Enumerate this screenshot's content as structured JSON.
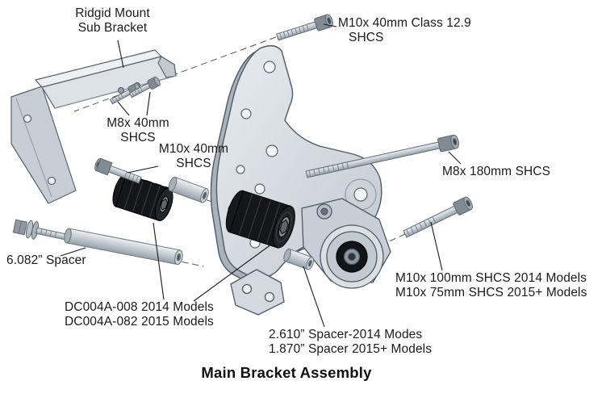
{
  "title": "Main Bracket Assembly",
  "colors": {
    "ink": "#1a1a1a",
    "metal_light": "#dde2e7",
    "metal_mid": "#b9c1c9",
    "rubber_black": "#17191c"
  },
  "labels": {
    "sub_bracket": {
      "line1": "Ridgid Mount",
      "line2": "Sub Bracket"
    },
    "m10_40_class": {
      "line1": "M10x 40mm Class 12.9",
      "line2": "SHCS"
    },
    "m8_40": {
      "line1": "M8x 40mm",
      "line2": "SHCS"
    },
    "m10_40": {
      "line1": "M10x 40mm",
      "line2": "SHCS"
    },
    "m8_180": {
      "line1": "M8x 180mm SHCS"
    },
    "spacer_6082": {
      "line1": "6.082” Spacer"
    },
    "isolator": {
      "line1": "DC004A-008 2014 Models",
      "line2": "DC004A-082 2015 Models"
    },
    "spacer_lower": {
      "line1": "2.610” Spacer-2014 Modes",
      "line2": "1.870” Spacer 2015+ Models"
    },
    "m10_100": {
      "line1": "M10x 100mm SHCS 2014 Models",
      "line2": "M10x 75mm SHCS 2015+ Models"
    }
  }
}
